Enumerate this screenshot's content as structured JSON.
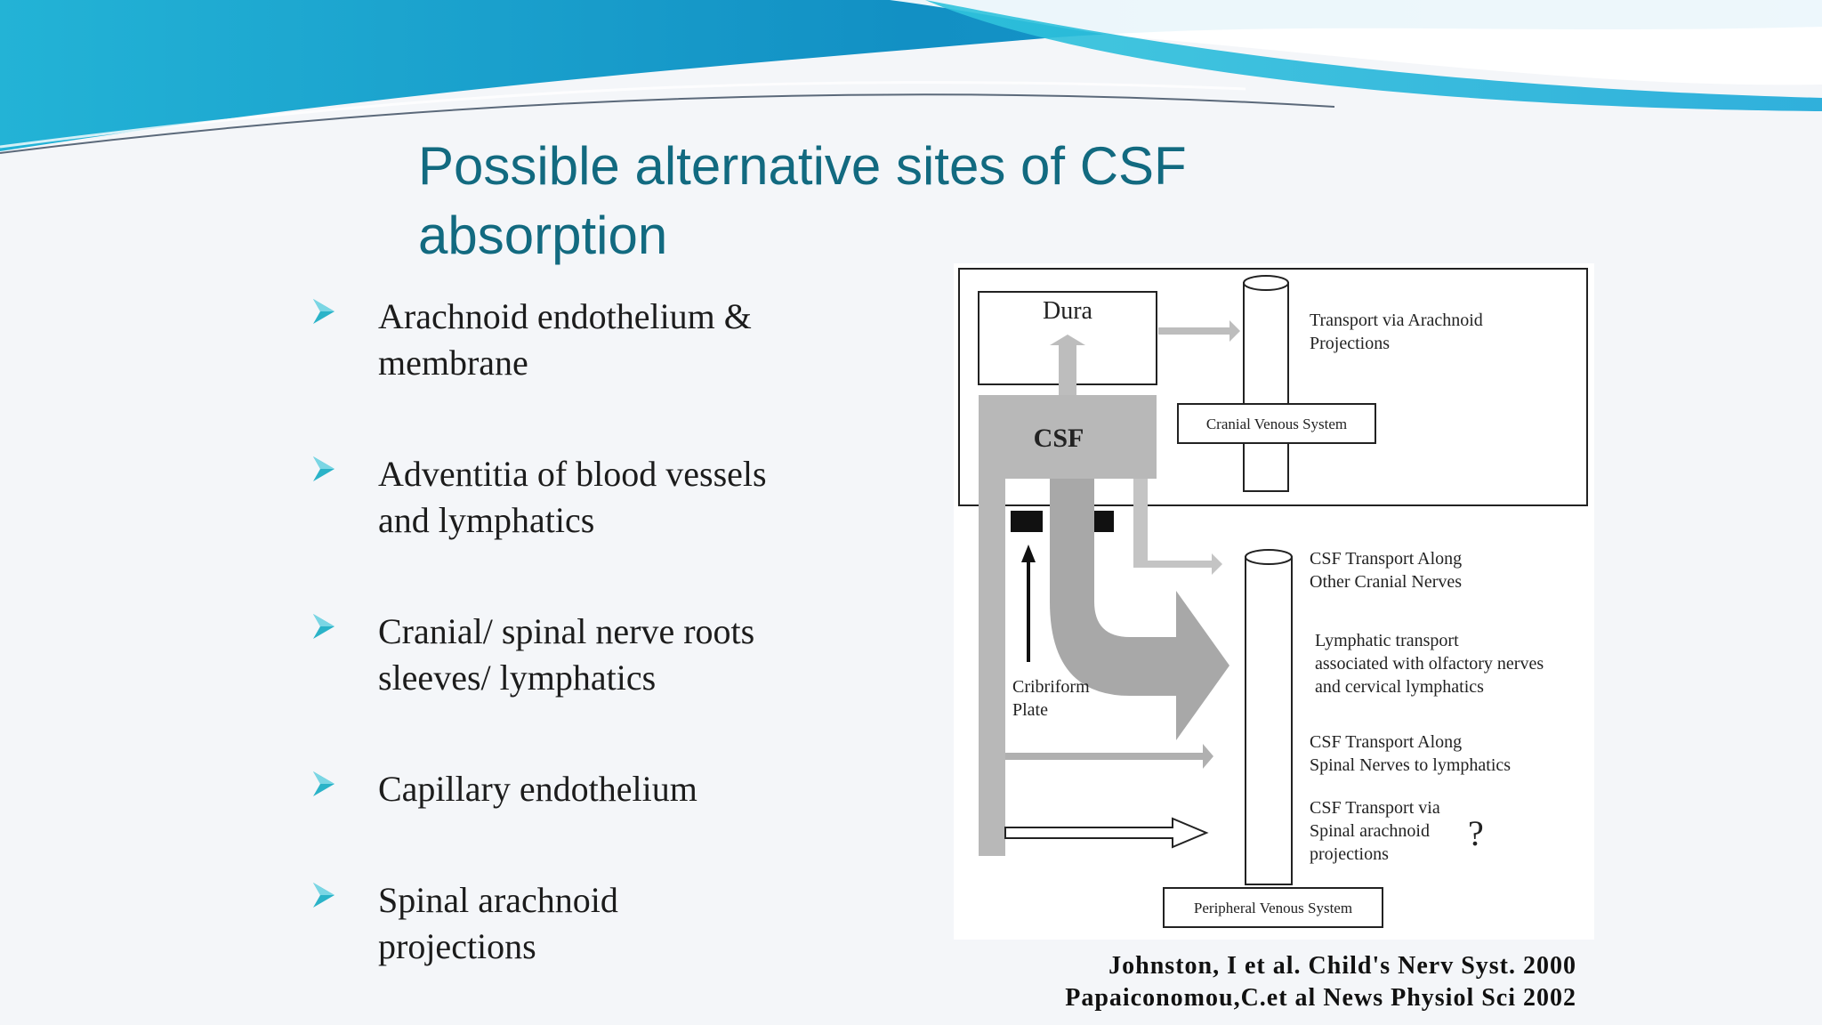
{
  "slide": {
    "title_line1": "Possible alternative sites of CSF",
    "title_line2": "absorption",
    "bullet_icon": "arrowhead-bullet-icon",
    "accent_color": "#126a80",
    "bullet_color": "#2ab3c8"
  },
  "bullets": [
    {
      "line1": "Arachnoid endothelium &",
      "line2": "membrane"
    },
    {
      "line1": "Adventitia of blood vessels",
      "line2": "and lymphatics"
    },
    {
      "line1": "Cranial/ spinal nerve roots",
      "line2": "sleeves/ lymphatics"
    },
    {
      "line1": "Capillary endothelium",
      "line2": ""
    },
    {
      "line1": "Spinal arachnoid",
      "line2": "projections"
    }
  ],
  "diagram": {
    "dura": "Dura",
    "csf": "CSF",
    "cranial_venous": "Cranial Venous System",
    "transport_arachnoid_1": "Transport via Arachnoid",
    "transport_arachnoid_2": "Projections",
    "cranial_nerves_1": "CSF Transport Along",
    "cranial_nerves_2": "Other Cranial Nerves",
    "lymphatic_1": "Lymphatic transport",
    "lymphatic_2": "associated with olfactory nerves",
    "lymphatic_3": "and cervical lymphatics",
    "spinal_nerves_1": "CSF Transport Along",
    "spinal_nerves_2": "Spinal Nerves to lymphatics",
    "spinal_arachnoid_1": "CSF Transport via",
    "spinal_arachnoid_2": "Spinal arachnoid",
    "spinal_arachnoid_3": "projections",
    "question_mark": "?",
    "cribriform_1": "Cribriform",
    "cribriform_2": "Plate",
    "peripheral_venous": "Peripheral Venous System"
  },
  "citations": {
    "line1": "Johnston, I et al. Child's Nerv Syst. 2000",
    "line2": "Papaiconomou,C.et al News Physiol Sci 2002"
  }
}
